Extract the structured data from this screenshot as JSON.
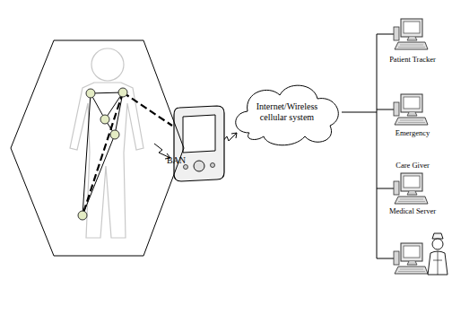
{
  "diagram": {
    "nodes": [
      {
        "text": [
          "BAN"
        ]
      },
      {
        "text": [
          "Internet/Wireless cellular system"
        ]
      }
    ],
    "labels": [
      "Patient Tracker",
      "Emergency",
      "Care Giver",
      "Medical Server"
    ]
  }
}
